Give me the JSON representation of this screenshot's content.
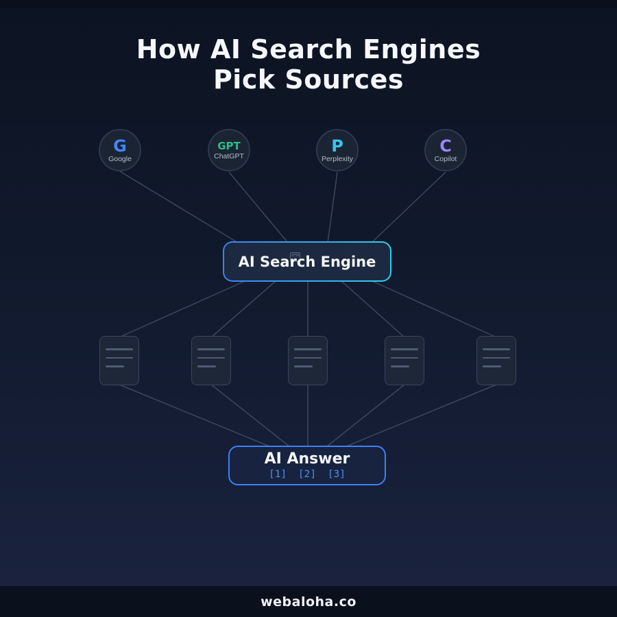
{
  "page": {
    "title_line1": "How AI Search Engines",
    "title_line2": "Pick Sources",
    "footer": "webaloha.co"
  },
  "colors": {
    "background_top": "#0c1322",
    "background_bottom": "#1b2340",
    "bar": "#0b101d",
    "connector_line": "#3e4a63",
    "node_fill": "#1b2433",
    "node_border": "#2c3950",
    "search_box_border_left": "#3b82f6",
    "search_box_border_right": "#2dd3ee",
    "answer_box_border": "#3b82f6",
    "citation_text": "#4f8ef7",
    "title_text": "#f5f7fa"
  },
  "diagram": {
    "engines": [
      {
        "letter": "G",
        "label": "Google",
        "color": "#4285f4"
      },
      {
        "letter": "GPT",
        "label": "ChatGPT",
        "color": "#2ebd8b"
      },
      {
        "letter": "P",
        "label": "Perplexity",
        "color": "#33c5f3"
      },
      {
        "letter": "C",
        "label": "Copilot",
        "color": "#9b86f9"
      }
    ],
    "search_engine_box": {
      "label": "AI Search Engine",
      "missing_glyph_code": "1F50D"
    },
    "source_documents_count": 5,
    "answer_box": {
      "label": "AI Answer",
      "citations": "[1] [2] [3]"
    }
  }
}
